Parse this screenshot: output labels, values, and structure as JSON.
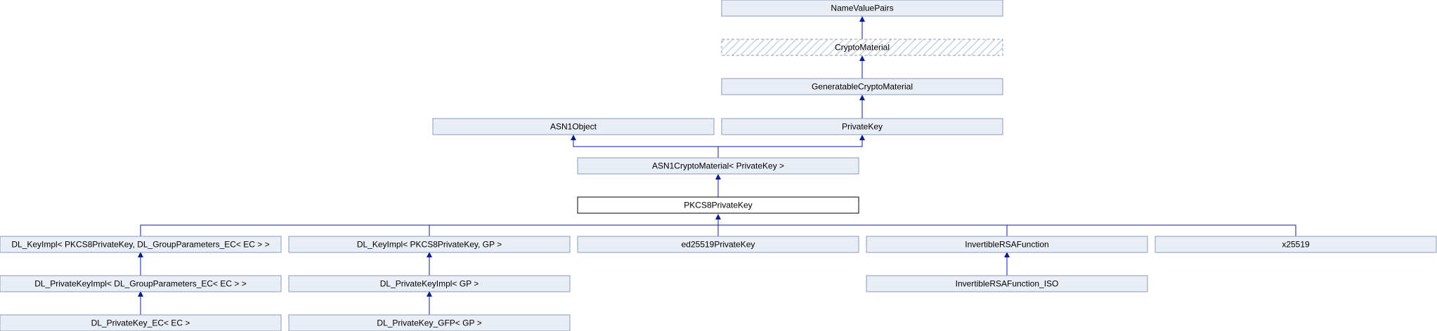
{
  "nodes": {
    "namevaluepairs": "NameValuePairs",
    "cryptomaterial": "CryptoMaterial",
    "generatablecryptomaterial": "GeneratableCryptoMaterial",
    "asn1object": "ASN1Object",
    "privatekey": "PrivateKey",
    "asn1cryptomaterial": "ASN1CryptoMaterial< PrivateKey >",
    "pkcs8privatekey": "PKCS8PrivateKey",
    "dl_keyimpl_ec": "DL_KeyImpl< PKCS8PrivateKey, DL_GroupParameters_EC< EC > >",
    "dl_keyimpl_gp": "DL_KeyImpl< PKCS8PrivateKey, GP >",
    "ed25519privatekey": "ed25519PrivateKey",
    "invertiblersafunction": "InvertibleRSAFunction",
    "x25519": "x25519",
    "dl_privatekeyimpl_ec": "DL_PrivateKeyImpl< DL_GroupParameters_EC< EC > >",
    "dl_privatekeyimpl_gp": "DL_PrivateKeyImpl< GP >",
    "invertiblersafunction_iso": "InvertibleRSAFunction_ISO",
    "dl_privatekey_ec": "DL_PrivateKey_EC< EC >",
    "dl_privatekey_gfp": "DL_PrivateKey_GFP< GP >"
  },
  "current_node": "PKCS8PrivateKey",
  "abstract_node": "CryptoMaterial",
  "colors": {
    "node_fill": "#e8edf6",
    "node_border": "#8a9bb8",
    "edge": "#0b1c8c",
    "current_border": "#000000"
  }
}
